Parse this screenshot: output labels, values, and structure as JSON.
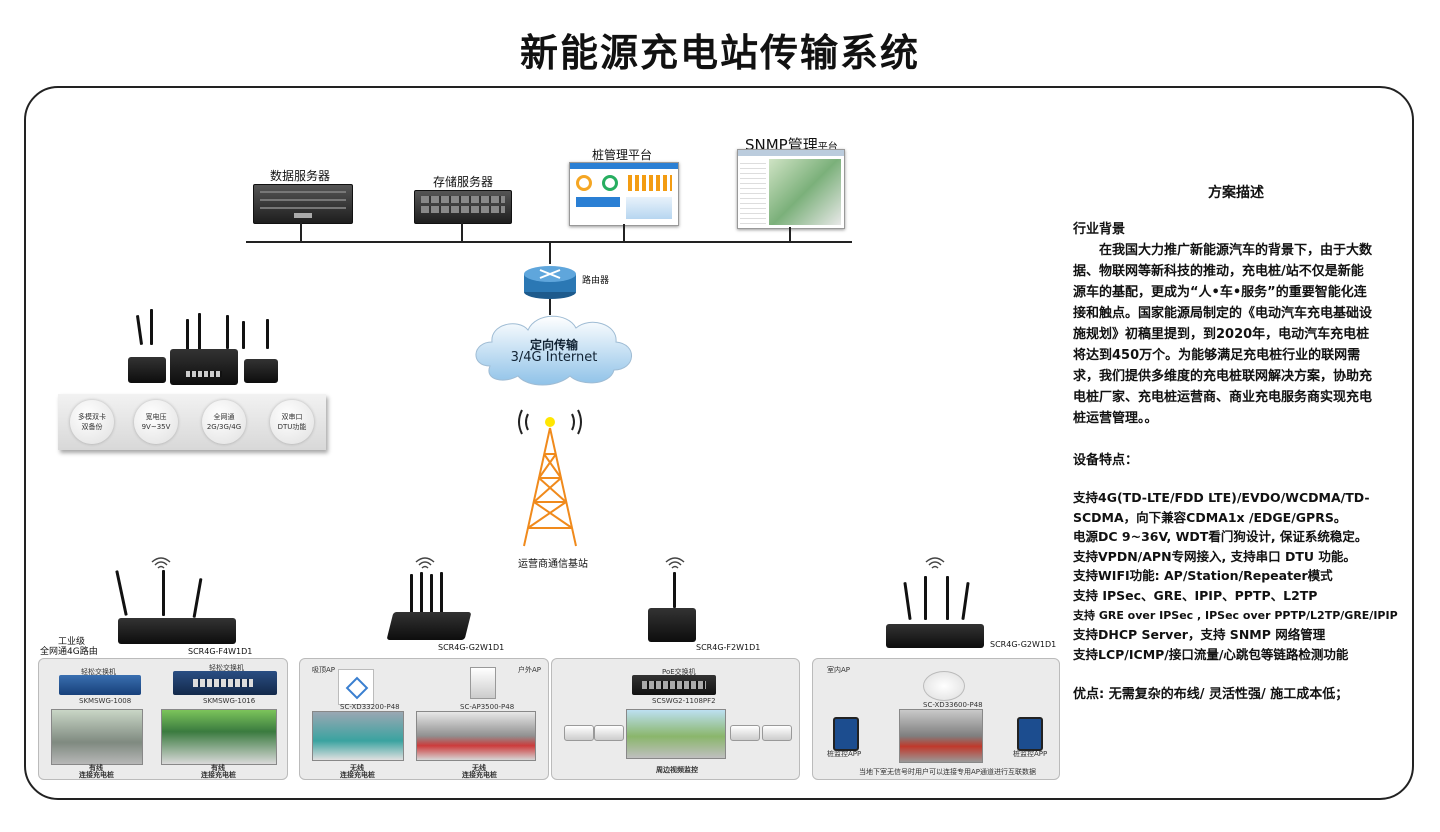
{
  "title": "新能源充电站传输系统",
  "servers": {
    "data_server": "数据服务器",
    "storage_server": "存储服务器",
    "pile_platform": "桩管理平台",
    "snmp_main": "SNMP管理",
    "snmp_suffix": "平台"
  },
  "network": {
    "router_label": "路由器",
    "cloud_line1": "定向传输",
    "cloud_line2": "3/4G Internet",
    "tower_label": "运营商通信基站"
  },
  "feature_badges": [
    {
      "line1": "多模双卡",
      "line2": "双备份"
    },
    {
      "line1": "宽电压",
      "line2": "9V~35V"
    },
    {
      "line1": "全网通",
      "line2": "2G/3G/4G"
    },
    {
      "line1": "双串口",
      "line2": "DTU功能"
    }
  ],
  "devices": {
    "industrial_line1": "工业级",
    "industrial_line2": "全网通4G路由",
    "d1_model": "SCR4G-F4W1D1",
    "d2_model": "SCR4G-G2W1D1",
    "d3_model": "SCR4G-F2W1D1",
    "d4_model": "SCR4G-G2W1D1"
  },
  "panel1": {
    "switch1_title": "轻松交换机",
    "switch1_model": "SKMSWG-1008",
    "switch2_title": "轻松交换机",
    "switch2_model": "SKMSWG-1016",
    "cap1_line1": "有线",
    "cap1_line2": "连接充电桩",
    "cap2_line1": "有线",
    "cap2_line2": "连接充电桩"
  },
  "panel2": {
    "indoor_ap": "吸顶AP",
    "outdoor_ap": "户外AP",
    "ap1_model": "SC-XD33200-P48",
    "ap2_model": "SC-AP3500-P48",
    "cap1_line1": "无线",
    "cap1_line2": "连接充电桩",
    "cap2_line1": "无线",
    "cap2_line2": "连接充电桩"
  },
  "panel3": {
    "poe_title": "PoE交换机",
    "poe_model": "SCSWG2-1108PF2",
    "caption": "周边视频监控"
  },
  "panel4": {
    "indoor_ap": "室内AP",
    "ap_model": "SC-XD33600-P48",
    "app_left": "桩监控APP",
    "app_right": "桩监控APP",
    "caption": "当地下室无信号时用户可以连接专用AP通道进行互联数据"
  },
  "description": {
    "heading": "方案描述",
    "industry_title": "行业背景",
    "industry_lines": [
      "　　在我国大力推广新能源汽车的背景下，由于大数",
      "据、物联网等新科技的推动，充电桩/站不仅是新能",
      "源车的基配，更成为“人•车•服务”的重要智能化连",
      "接和触点。国家能源局制定的《电动汽车充电基础设",
      "施规划》初稿里提到，到2020年，电动汽车充电桩",
      "将达到450万个。为能够满足充电桩行业的联网需",
      "求，我们提供多维度的充电桩联网解决方案，协助充",
      "电桩厂家、充电桩运营商、商业充电服务商实现充电",
      "桩运营管理。。"
    ],
    "features_title": "设备特点：",
    "feature_lines": [
      "支持4G(TD-LTE/FDD LTE)/EVDO/WCDMA/TD-",
      "SCDMA，向下兼容CDMA1x /EDGE/GPRS。",
      "电源DC 9~36V, WDT看门狗设计, 保证系统稳定。",
      "支持VPDN/APN专网接入, 支持串口 DTU 功能。",
      "支持WIFI功能: AP/Station/Repeater模式",
      "支持 IPSec、GRE、IPIP、PPTP、L2TP",
      "支持 GRE over IPSec , IPSec over PPTP/L2TP/GRE/IPIP",
      "支持DHCP Server，支持 SNMP 网络管理",
      "支持LCP/ICMP/接口流量/心跳包等链路检测功能"
    ],
    "advantage": "优点: 无需复杂的布线/ 灵活性强/ 施工成本低；"
  },
  "colors": {
    "tower": "#f08a1c",
    "switch_blue": "#1f4f8f",
    "cloud": "#d8ecfa"
  }
}
